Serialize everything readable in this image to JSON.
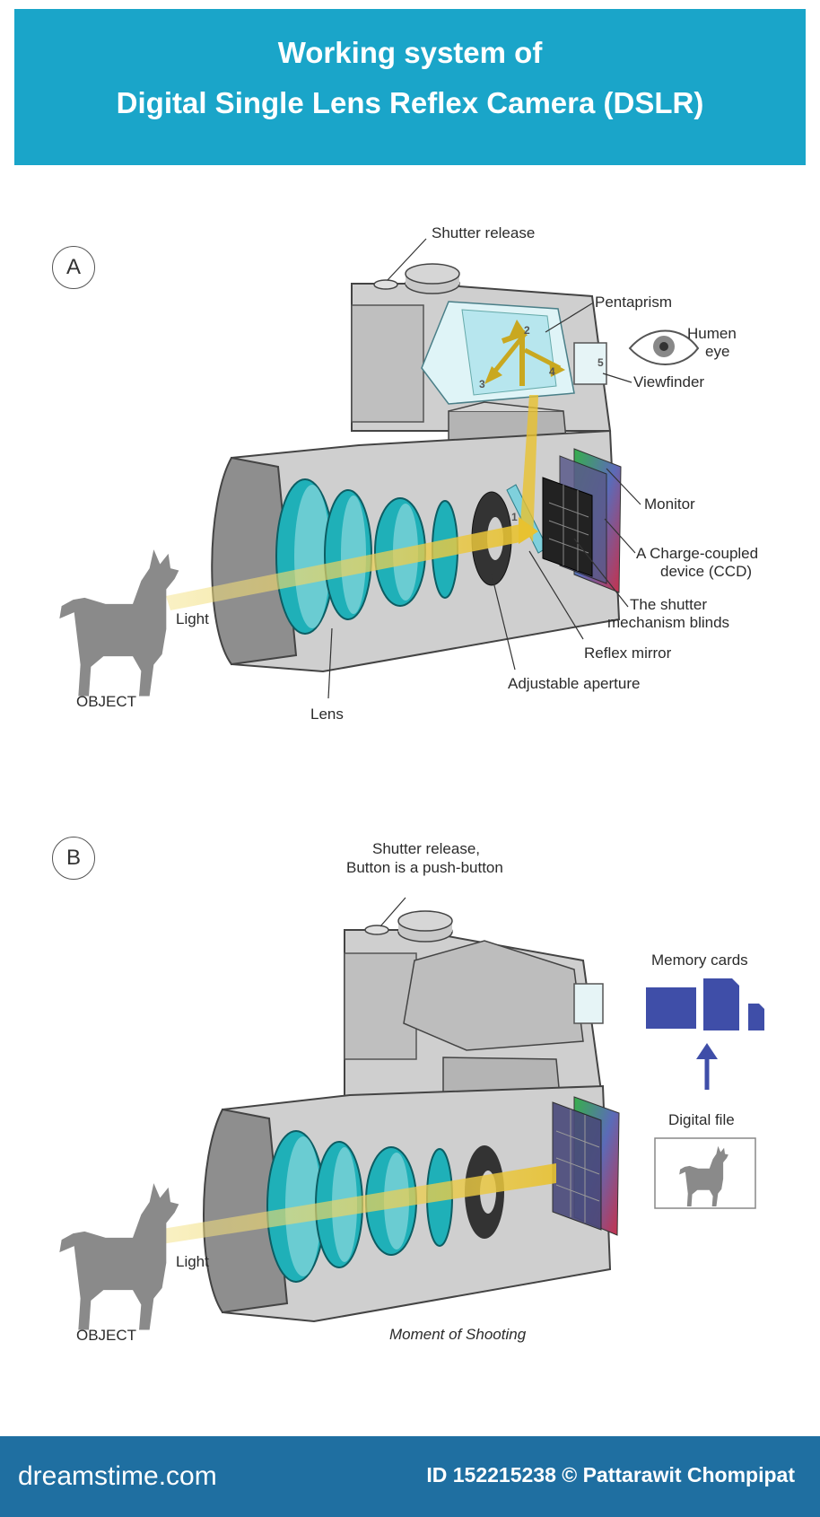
{
  "header": {
    "title_line1": "Working system of",
    "title_line2": "Digital Single Lens Reflex Camera (DSLR)",
    "background": "#1aa5c9"
  },
  "section_a": {
    "marker": "A",
    "labels": {
      "shutter_release": "Shutter release",
      "pentaprism": "Pentaprism",
      "humen_eye_line1": "Humen",
      "humen_eye_line2": "eye",
      "viewfinder": "Viewfinder",
      "monitor": "Monitor",
      "ccd_line1": "A Charge-coupled",
      "ccd_line2": "device (CCD)",
      "shutter_blinds_line1": "The shutter",
      "shutter_blinds_line2": "mechanism blinds",
      "reflex_mirror": "Reflex mirror",
      "adjustable_aperture": "Adjustable aperture",
      "light": "Light",
      "object": "OBJECT",
      "lens": "Lens"
    },
    "path_numbers": [
      "1",
      "2",
      "3",
      "4",
      "5"
    ]
  },
  "section_b": {
    "marker": "B",
    "labels": {
      "shutter_release_line1": "Shutter release,",
      "shutter_release_line2": "Button is a push-button",
      "memory_cards": "Memory cards",
      "digital_file": "Digital file",
      "light": "Light",
      "object": "OBJECT",
      "caption": "Moment of Shooting"
    }
  },
  "footer": {
    "brand": "dreamstime.com",
    "credit": "ID 152215238 © Pattarawit Chompipat",
    "background": "#1f6fa1"
  },
  "colors": {
    "body_gray": "#cfcfcf",
    "dark_gray": "#8e8e8e",
    "lens_teal": "#1fb0b8",
    "light_beam": "#e8c230",
    "memory_blue": "#3f4ea8",
    "dog_gray": "#8a8a8a"
  }
}
